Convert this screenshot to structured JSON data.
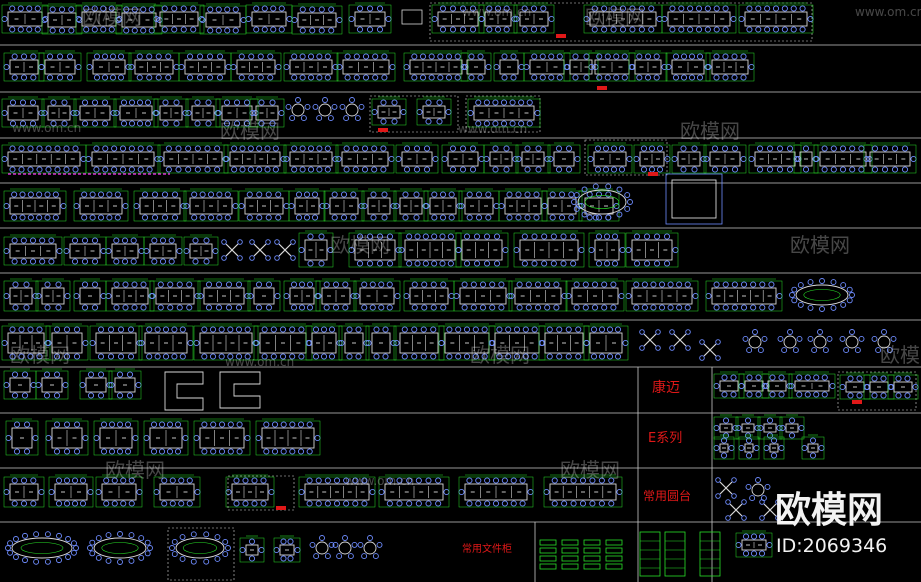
{
  "labels": {
    "kangmai": "康迈",
    "e_series": "E系列",
    "common_round": "常用圆台",
    "common_cabinet": "常用文件柜"
  },
  "watermark": {
    "url": "www.om.cn",
    "brand": "欧模网",
    "id": "ID:2069346"
  },
  "colors": {
    "background": "#000000",
    "divider": "#c8c8c8",
    "chair": "#6e8cff",
    "table": "#d8d8d8",
    "dimension": "#28e028",
    "red_label": "#e01818",
    "magenta": "#ff30ff",
    "watermark": "#ffffff"
  }
}
